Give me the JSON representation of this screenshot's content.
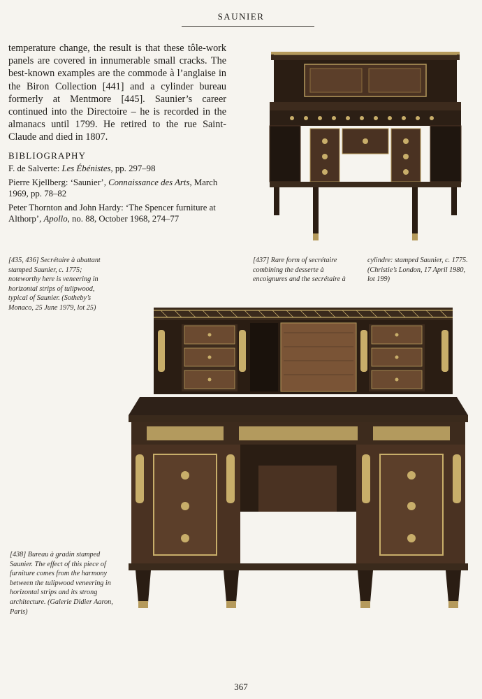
{
  "header": {
    "running_head": "SAUNIER"
  },
  "body_text": "temperature change, the result is that these tôle-work panels are covered in innumerable small cracks. The best-known examples are the commode à l’anglaise in the Biron Collection [441] and a cylinder bureau formerly at Mentmore [445]. Saunier’s career continued into the Directoire – he is recorded in the almanacs until 1799. He retired to the rue Saint-Claude and died in 1807.",
  "bibliography": {
    "heading": "BIBLIOGRAPHY",
    "entries": [
      {
        "before": "F. de Salverte: ",
        "italic": "Les Ébénistes",
        "after": ", pp. 297–98"
      },
      {
        "before": "Pierre Kjellberg: ‘Saunier’, ",
        "italic": "Connaissance des Arts",
        "after": ", March 1969, pp. 78–82"
      },
      {
        "before": "Peter Thornton and John Hardy: ‘The Spencer furniture at Althorp’, ",
        "italic": "Apollo",
        "after": ", no. 88, October 1968, 274–77"
      }
    ]
  },
  "captions": {
    "fig435_436": "[435, 436]   Secrétaire à abattant stamped Saunier, c. 1775; noteworthy here is veneering in horizontal strips of tulipwood, typical of Saunier. (Sotheby’s Monaco, 25 June 1979, lot 25)",
    "fig437_left": "[437]   Rare form of secrétaire combining the desserte à encoignures and the secrétaire à",
    "fig437_right": "cylindre: stamped Saunier, c. 1775. (Christie’s London, 17 April 1980, lot 199)",
    "fig438": "[438]   Bureau à gradin stamped Saunier. The effect of this piece of furniture comes from the harmony between the tulipwood veneering in horizontal strips and its strong architecture. (Galerie Didier Aaron, Paris)"
  },
  "figures": {
    "fig437_icon": "cylinder-secretaire-photo",
    "fig438_icon": "bureau-a-gradin-photo"
  },
  "folio": "367"
}
